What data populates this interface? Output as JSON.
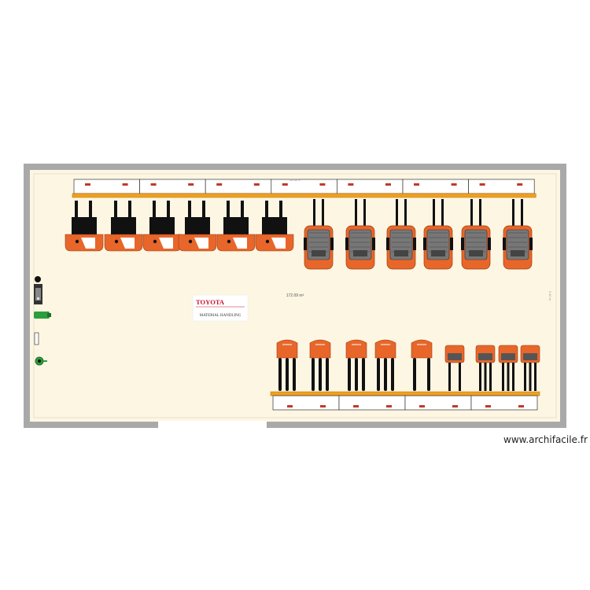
{
  "plan": {
    "area_label": "172.09 m²",
    "dim_top": "18.38 m",
    "dim_right": "9.40 m",
    "colors": {
      "wall": "#a9a9a9",
      "floor": "#fdf6e3",
      "forklift_orange": "#e8662a",
      "rack_beam": "#f0a020",
      "fork_black": "#111111"
    }
  },
  "logo": {
    "brand": "TOYOTA",
    "subtitle": "MATERIAL HANDLING"
  },
  "side_icons": [
    "emergency-stop-icon",
    "electrical-panel-icon",
    "fire-extinguisher-icon",
    "door-icon",
    "exit-sign-icon"
  ],
  "watermark": "www.archifacile.fr"
}
